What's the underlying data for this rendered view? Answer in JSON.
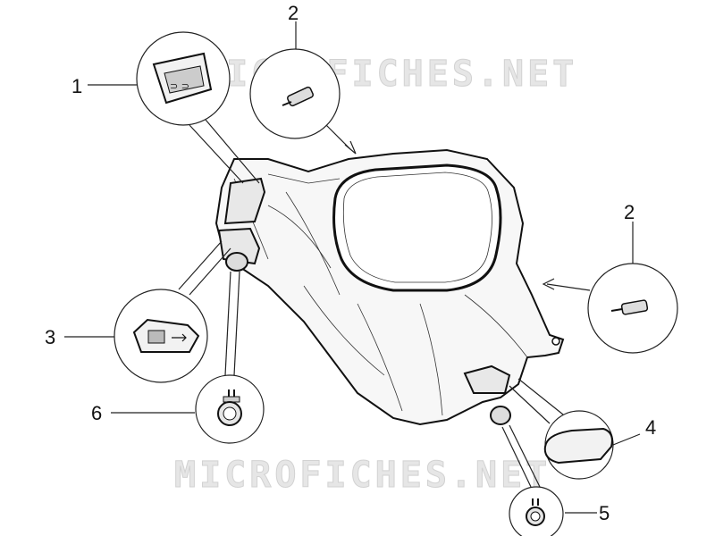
{
  "watermark": {
    "text": "MICROFICHES.NET"
  },
  "callouts": [
    {
      "id": "1",
      "label": "1"
    },
    {
      "id": "2a",
      "label": "2"
    },
    {
      "id": "2b",
      "label": "2"
    },
    {
      "id": "3",
      "label": "3"
    },
    {
      "id": "4",
      "label": "4"
    },
    {
      "id": "5",
      "label": "5"
    },
    {
      "id": "6",
      "label": "6"
    }
  ]
}
